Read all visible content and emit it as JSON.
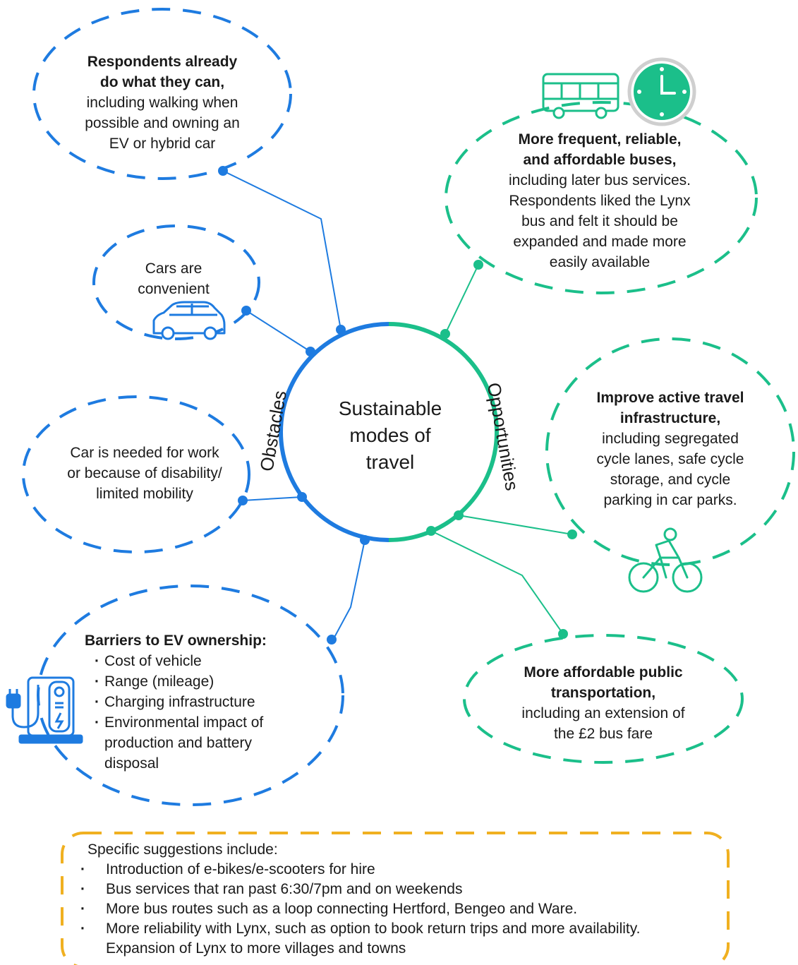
{
  "colors": {
    "obstacles_blue": "#1e7be0",
    "opportunities_green": "#1bbf8a",
    "suggestions_amber": "#f0b020",
    "text": "#1a1a1a"
  },
  "center": {
    "line1": "Sustainable",
    "line2": "modes of",
    "line3": "travel",
    "obstacles_label": "Obstacles",
    "opportunities_label": "Opportunities"
  },
  "obstacles": {
    "already": {
      "bold1": "Respondents already",
      "bold2": "do what they can,",
      "line3": "including walking when",
      "line4": "possible and owning an",
      "line5": "EV or hybrid car"
    },
    "convenient": {
      "line1": "Cars are",
      "line2": "convenient",
      "icon": "car-icon"
    },
    "needed": {
      "line1": "Car is needed for work",
      "line2": "or because of disability/",
      "line3": "limited mobility"
    },
    "ev_barriers": {
      "title": "Barriers to EV ownership:",
      "items": [
        "Cost of vehicle",
        "Range (mileage)",
        "Charging infrastructure",
        "Environmental impact of production and battery disposal"
      ],
      "icon": "ev-charger-icon"
    }
  },
  "opportunities": {
    "buses": {
      "bold1": "More frequent, reliable,",
      "bold2": "and affordable buses,",
      "line3": "including later bus services.",
      "line4": "Respondents liked the Lynx",
      "line5": "bus and felt it should be",
      "line6": "expanded and made more",
      "line7": "easily available",
      "icons": [
        "bus-icon",
        "clock-icon"
      ]
    },
    "active_travel": {
      "bold1": "Improve active travel",
      "bold2": "infrastructure,",
      "line3": "including segregated",
      "line4": "cycle lanes, safe cycle",
      "line5": "storage, and cycle",
      "line6": "parking in car parks.",
      "icon": "cyclist-icon"
    },
    "public_transport": {
      "bold1": "More affordable public",
      "bold2": "transportation,",
      "line3": "including an extension of",
      "line4": "the £2 bus fare"
    }
  },
  "suggestions": {
    "intro": "Specific suggestions include:",
    "items": [
      "Introduction of e-bikes/e-scooters for hire",
      "Bus services that ran past 6:30/7pm and on weekends",
      "More bus routes such as a loop connecting Hertford, Bengeo and Ware.",
      "More reliability with Lynx, such as option to book return trips and more availability. Expansion of Lynx to more villages and towns"
    ]
  }
}
